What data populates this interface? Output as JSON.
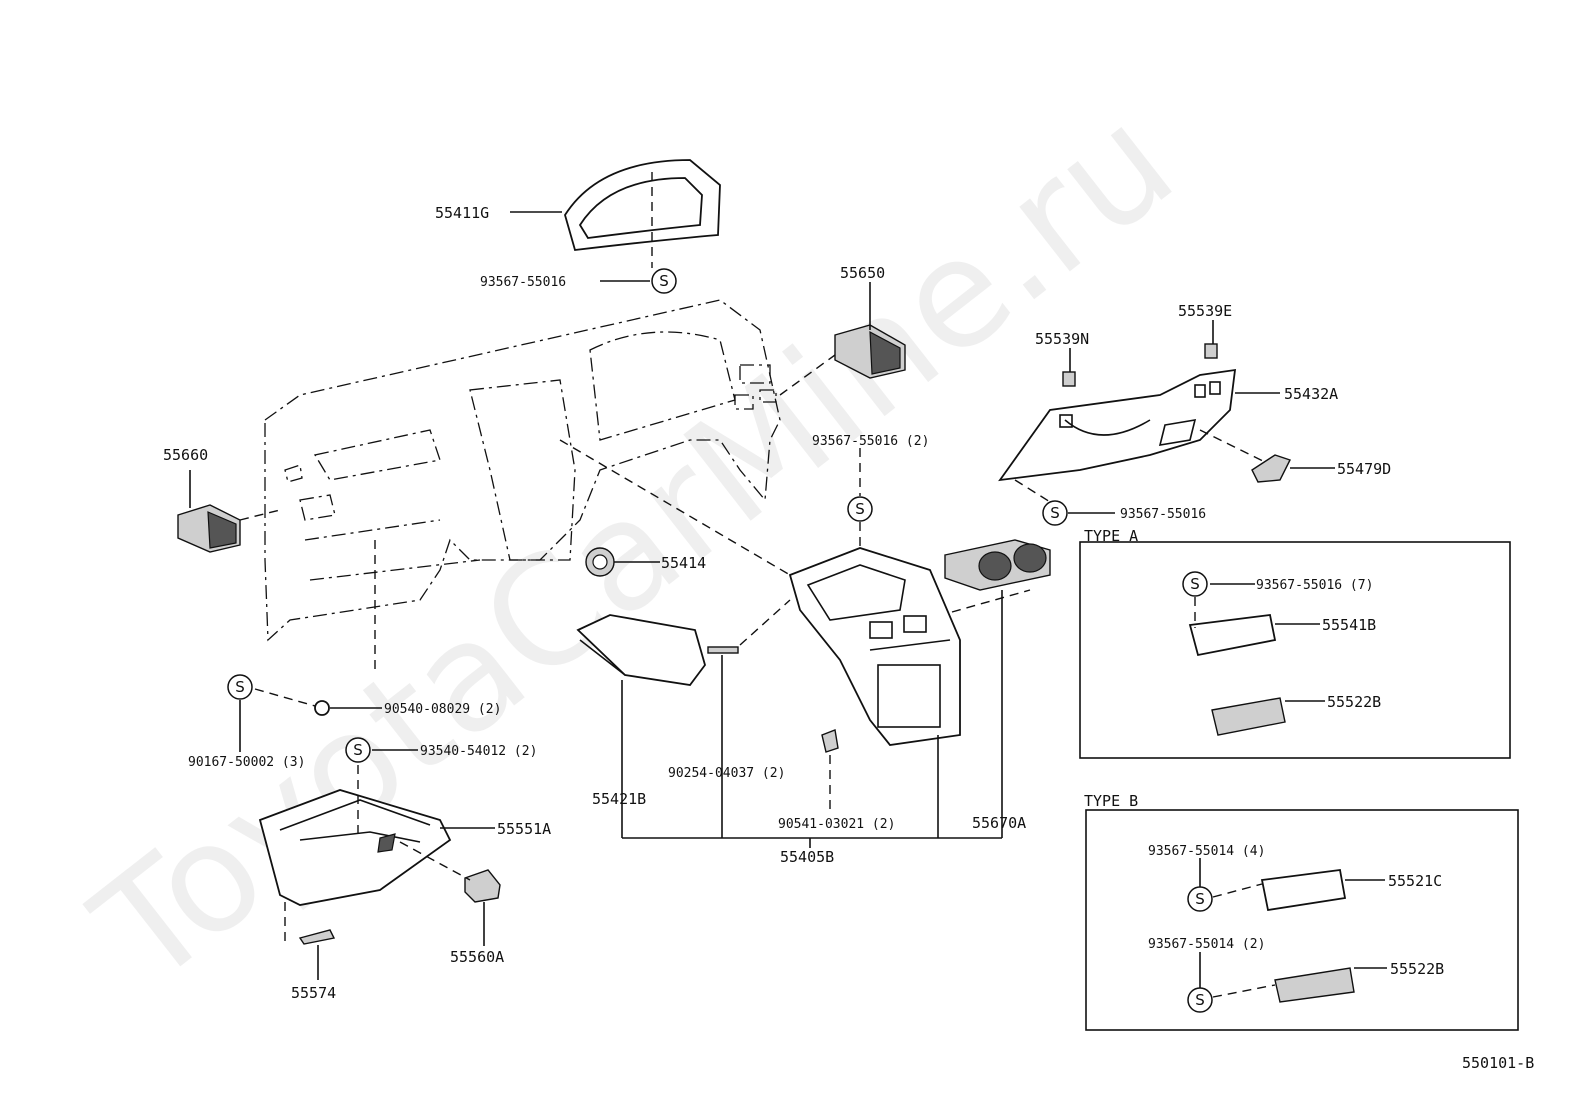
{
  "watermark": "ToyotaCarMine.ru",
  "diagram_code": "550101-B",
  "screw_symbol": "S",
  "groups": {
    "type_a": "TYPE A",
    "type_b": "TYPE B"
  },
  "parts": {
    "p55411G": "55411G",
    "p93567_55016_a": "93567-55016",
    "p55650": "55650",
    "p55539N": "55539N",
    "p55539E": "55539E",
    "p55432A": "55432A",
    "p55479D": "55479D",
    "p93567_55016_b": "93567-55016",
    "p93567_55016_2": "93567-55016 (2)",
    "p55660": "55660",
    "p55414": "55414",
    "p90540_08029": "90540-08029 (2)",
    "p90167_50002": "90167-50002 (3)",
    "p93540_54012": "93540-54012 (2)",
    "p55551A": "55551A",
    "p55560A": "55560A",
    "p55574": "55574",
    "p55421B": "55421B",
    "p90254_04037": "90254-04037 (2)",
    "p90541_03021": "90541-03021 (2)",
    "p55670A": "55670A",
    "p55405B": "55405B",
    "p93567_55016_7": "93567-55016 (7)",
    "p55541B": "55541B",
    "p55522B_a": "55522B",
    "p93567_55014_4": "93567-55014 (4)",
    "p55521C": "55521C",
    "p93567_55014_2": "93567-55014 (2)",
    "p55522B_b": "55522B"
  }
}
